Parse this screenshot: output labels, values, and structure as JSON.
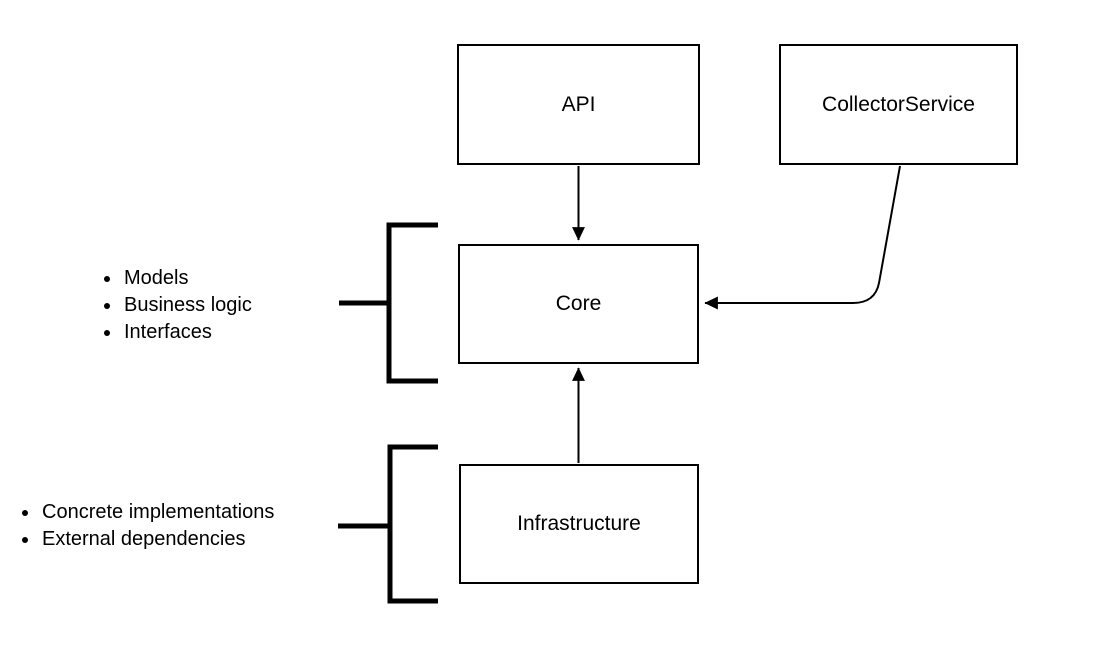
{
  "canvas": {
    "background_color": "#ffffff",
    "stroke_color": "#000000"
  },
  "nodes": {
    "api": {
      "label": "API"
    },
    "collector_service": {
      "label": "CollectorService"
    },
    "core": {
      "label": "Core"
    },
    "infrastructure": {
      "label": "Infrastructure"
    }
  },
  "annotations": {
    "core": {
      "items": [
        "Models",
        "Business logic",
        "Interfaces"
      ]
    },
    "infrastructure": {
      "items": [
        "Concrete implementations",
        "External dependencies"
      ]
    }
  },
  "edges": [
    {
      "from": "API",
      "to": "Core",
      "style": "straight-arrow"
    },
    {
      "from": "CollectorService",
      "to": "Core",
      "style": "curved-arrow"
    },
    {
      "from": "Infrastructure",
      "to": "Core",
      "style": "straight-arrow"
    }
  ]
}
